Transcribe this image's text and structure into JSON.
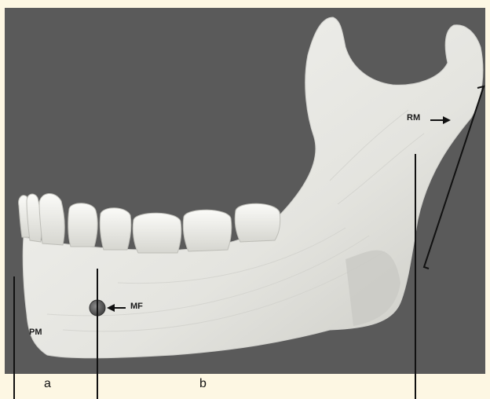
{
  "labels": {
    "rm": "RM",
    "mf": "MF",
    "pm": "PM",
    "a": "a",
    "b": "b"
  },
  "colors": {
    "frame": "#fdf7e3",
    "background": "#5a5a5a",
    "bone": "#e9e9e5",
    "bone_shadow": "#c7c7c2",
    "line": "#111111"
  }
}
